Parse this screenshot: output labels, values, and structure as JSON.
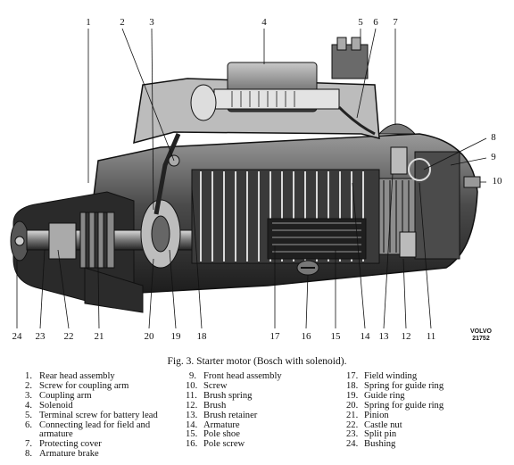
{
  "callouts_top": [
    "1",
    "2",
    "3",
    "4",
    "5",
    "6",
    "7"
  ],
  "callouts_right": [
    "8",
    "9",
    "10"
  ],
  "callouts_bottom": [
    "24",
    "23",
    "22",
    "21",
    "20",
    "19",
    "18",
    "17",
    "16",
    "15",
    "14",
    "13",
    "12",
    "11"
  ],
  "caption": "Fig. 3.   Starter motor (Bosch with solenoid).",
  "maker_code": [
    "VOLVO",
    "21752"
  ],
  "legend": [
    [
      {
        "num": "1.",
        "text": "Rear head assembly"
      },
      {
        "num": "2.",
        "text": "Screw for coupling arm"
      },
      {
        "num": "3.",
        "text": "Coupling arm"
      },
      {
        "num": "4.",
        "text": "Solenoid"
      },
      {
        "num": "5.",
        "text": "Terminal screw for battery lead"
      },
      {
        "num": "6.",
        "text": "Connecting lead for field and"
      },
      {
        "num": "",
        "text": "armature"
      },
      {
        "num": "7.",
        "text": "Protecting cover"
      },
      {
        "num": "8.",
        "text": "Armature brake"
      }
    ],
    [
      {
        "num": "9.",
        "text": "Front head assembly"
      },
      {
        "num": "10.",
        "text": "Screw"
      },
      {
        "num": "11.",
        "text": "Brush spring"
      },
      {
        "num": "12.",
        "text": "Brush"
      },
      {
        "num": "13.",
        "text": "Brush retainer"
      },
      {
        "num": "14.",
        "text": "Armature"
      },
      {
        "num": "15.",
        "text": "Pole shoe"
      },
      {
        "num": "16.",
        "text": "Pole screw"
      }
    ],
    [
      {
        "num": "17.",
        "text": "Field winding"
      },
      {
        "num": "18.",
        "text": "Spring for guide ring"
      },
      {
        "num": "19.",
        "text": "Guide ring"
      },
      {
        "num": "20.",
        "text": "Spring for guide ring"
      },
      {
        "num": "21.",
        "text": "Pinion"
      },
      {
        "num": "22.",
        "text": "Castle nut"
      },
      {
        "num": "23.",
        "text": "Split pin"
      },
      {
        "num": "24.",
        "text": "Bushing"
      }
    ]
  ]
}
